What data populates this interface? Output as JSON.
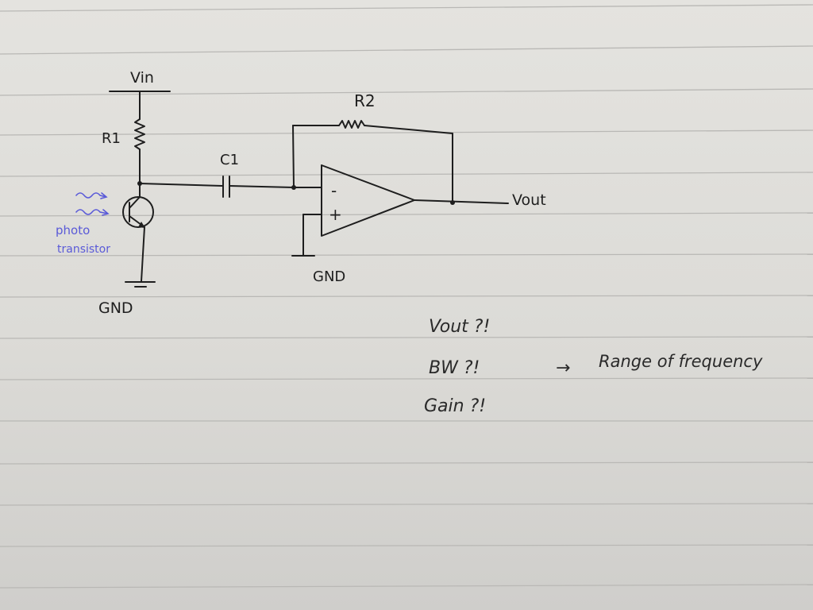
{
  "labels": {
    "vin": "Vin",
    "r1": "R1",
    "r2": "R2",
    "c1": "C1",
    "opamp_minus": "-",
    "opamp_plus": "+",
    "vout": "Vout",
    "gnd_left": "GND",
    "gnd_mid": "GND",
    "phototransistor_line1": "photo",
    "phototransistor_line2": "transistor"
  },
  "questions": [
    "Vout ?!",
    "BW ?!",
    "Gain ?!"
  ],
  "note": {
    "arrow": "→",
    "text": "Range of frequency"
  },
  "colors": {
    "ink": "#1e1e1e",
    "blue_ink": "#5a5ad8",
    "rule_lines": "#b9b8b5"
  }
}
